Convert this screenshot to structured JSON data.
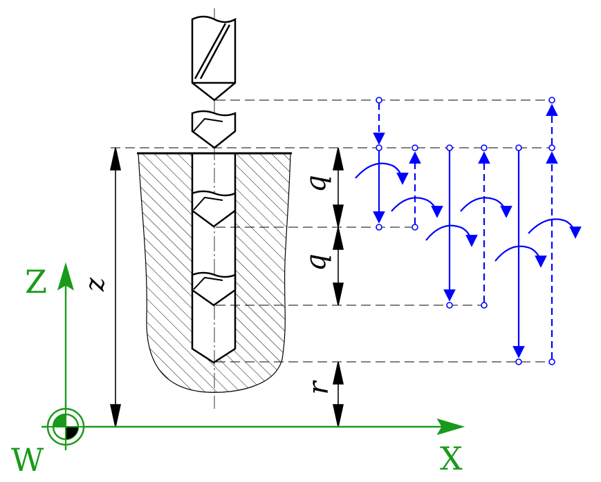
{
  "labels": {
    "z": "z",
    "q_upper": "q",
    "q_lower": "q",
    "r": "r",
    "axis_z": "Z",
    "axis_x": "X",
    "origin": "W"
  },
  "colors": {
    "ink": "#000000",
    "path": "#0000ff",
    "axis": "#1a9a1a",
    "hatch": "#000000"
  }
}
